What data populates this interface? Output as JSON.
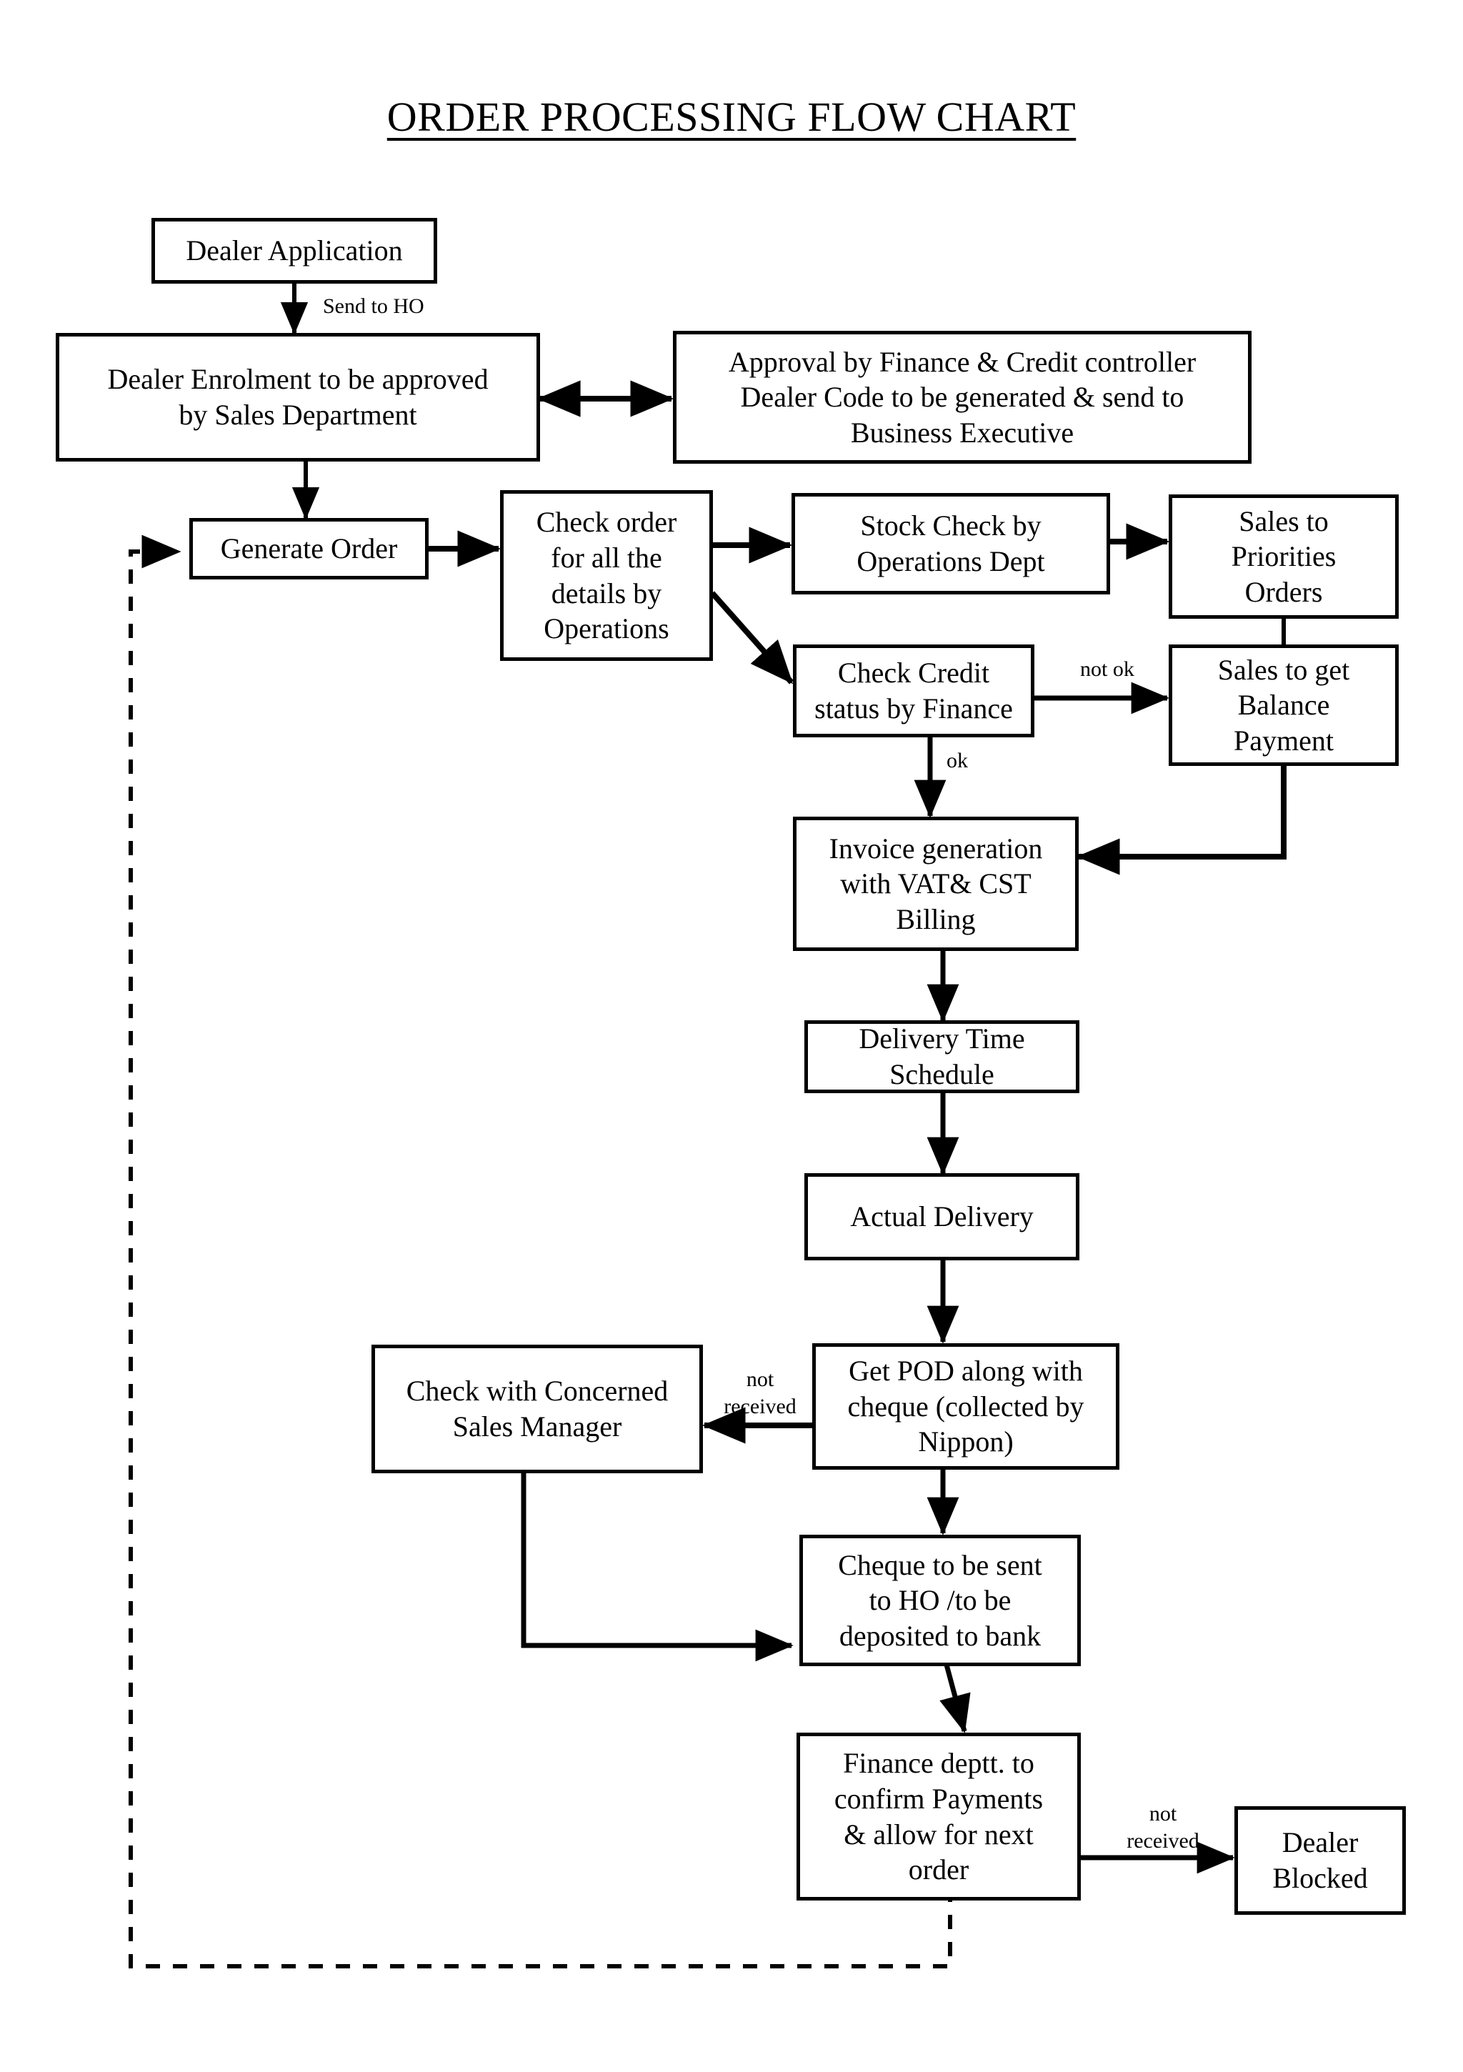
{
  "title": "ORDER PROCESSING FLOW CHART",
  "chart_data": {
    "type": "diagram",
    "diagram_kind": "flowchart",
    "title": "ORDER PROCESSING FLOW CHART",
    "orientation": "top-to-bottom",
    "nodes": [
      {
        "id": "dealer-application",
        "label": "Dealer Application"
      },
      {
        "id": "dealer-enrolment",
        "label": "Dealer Enrolment to be approved\nby Sales Department"
      },
      {
        "id": "approval-finance",
        "label": "Approval by Finance & Credit controller\nDealer Code to be generated & send to\nBusiness Executive"
      },
      {
        "id": "generate-order",
        "label": "Generate Order"
      },
      {
        "id": "check-order",
        "label": "Check order\nfor all the\ndetails by\nOperations"
      },
      {
        "id": "stock-check",
        "label": "Stock Check by\nOperations Dept"
      },
      {
        "id": "sales-priorities",
        "label": "Sales to\nPriorities\nOrders"
      },
      {
        "id": "check-credit",
        "label": "Check Credit\nstatus by Finance"
      },
      {
        "id": "sales-balance",
        "label": "Sales to get\nBalance\nPayment"
      },
      {
        "id": "invoice-generation",
        "label": "Invoice generation\nwith VAT& CST\nBilling"
      },
      {
        "id": "delivery-schedule",
        "label": "Delivery Time\nSchedule"
      },
      {
        "id": "actual-delivery",
        "label": "Actual Delivery"
      },
      {
        "id": "get-pod",
        "label": "Get POD along with\ncheque (collected by\nNippon)"
      },
      {
        "id": "check-sales-manager",
        "label": "Check with Concerned\nSales Manager"
      },
      {
        "id": "cheque-sent",
        "label": "Cheque to be sent\nto HO /to be\ndeposited to bank"
      },
      {
        "id": "finance-confirm",
        "label": "Finance deptt. to\nconfirm Payments\n& allow for next\norder"
      },
      {
        "id": "dealer-blocked",
        "label": "Dealer\nBlocked"
      }
    ],
    "edges": [
      {
        "from": "dealer-application",
        "to": "dealer-enrolment",
        "label": "Send  to HO",
        "style": "solid",
        "arrow": "single"
      },
      {
        "from": "dealer-enrolment",
        "to": "approval-finance",
        "label": "",
        "style": "solid",
        "arrow": "double"
      },
      {
        "from": "dealer-enrolment",
        "to": "generate-order",
        "label": "",
        "style": "solid",
        "arrow": "single"
      },
      {
        "from": "generate-order",
        "to": "check-order",
        "label": "",
        "style": "solid",
        "arrow": "single"
      },
      {
        "from": "check-order",
        "to": "stock-check",
        "label": "",
        "style": "solid",
        "arrow": "single"
      },
      {
        "from": "check-order",
        "to": "check-credit",
        "label": "",
        "style": "solid",
        "arrow": "single"
      },
      {
        "from": "stock-check",
        "to": "sales-priorities",
        "label": "",
        "style": "solid",
        "arrow": "single"
      },
      {
        "from": "sales-priorities",
        "to": "sales-balance",
        "label": "",
        "style": "solid",
        "arrow": "none"
      },
      {
        "from": "check-credit",
        "to": "sales-balance",
        "label": "not ok",
        "style": "solid",
        "arrow": "single"
      },
      {
        "from": "check-credit",
        "to": "invoice-generation",
        "label": "ok",
        "style": "solid",
        "arrow": "single"
      },
      {
        "from": "sales-balance",
        "to": "invoice-generation",
        "label": "",
        "style": "solid",
        "arrow": "single"
      },
      {
        "from": "invoice-generation",
        "to": "delivery-schedule",
        "label": "",
        "style": "solid",
        "arrow": "single"
      },
      {
        "from": "delivery-schedule",
        "to": "actual-delivery",
        "label": "",
        "style": "solid",
        "arrow": "single"
      },
      {
        "from": "actual-delivery",
        "to": "get-pod",
        "label": "",
        "style": "solid",
        "arrow": "single"
      },
      {
        "from": "get-pod",
        "to": "check-sales-manager",
        "label": "not\nreceived",
        "style": "solid",
        "arrow": "single"
      },
      {
        "from": "get-pod",
        "to": "cheque-sent",
        "label": "",
        "style": "solid",
        "arrow": "single"
      },
      {
        "from": "check-sales-manager",
        "to": "cheque-sent",
        "label": "",
        "style": "solid",
        "arrow": "single"
      },
      {
        "from": "cheque-sent",
        "to": "finance-confirm",
        "label": "",
        "style": "solid",
        "arrow": "single"
      },
      {
        "from": "finance-confirm",
        "to": "dealer-blocked",
        "label": "not\nreceived",
        "style": "solid",
        "arrow": "single"
      },
      {
        "from": "finance-confirm",
        "to": "generate-order",
        "label": "",
        "style": "dashed",
        "arrow": "single"
      }
    ],
    "edge_labels": [
      "Send  to HO",
      "not ok",
      "ok",
      "not\nreceived",
      "not\nreceived"
    ],
    "colors": {
      "background": "#ffffff",
      "box_border": "#000000",
      "box_fill": "#ffffff",
      "text": "#000000",
      "connector": "#000000"
    }
  },
  "nodes": {
    "dealer_application": "Dealer Application",
    "dealer_enrolment": "Dealer Enrolment to be approved\nby Sales Department",
    "approval_finance": "Approval by Finance & Credit controller\nDealer Code to be generated & send to\nBusiness Executive",
    "generate_order": "Generate Order",
    "check_order": "Check order\nfor all the\ndetails by\nOperations",
    "stock_check": "Stock Check by\nOperations Dept",
    "sales_priorities": "Sales to\nPriorities\nOrders",
    "check_credit": "Check Credit\nstatus by Finance",
    "sales_balance": "Sales to get\nBalance\nPayment",
    "invoice_generation": "Invoice generation\nwith VAT& CST\nBilling",
    "delivery_schedule": "Delivery Time\nSchedule",
    "actual_delivery": "Actual Delivery",
    "get_pod": "Get POD along with\ncheque (collected by\nNippon)",
    "check_sales_manager": "Check with Concerned\nSales Manager",
    "cheque_sent": "Cheque to be sent\nto HO /to be\ndeposited to bank",
    "finance_confirm": "Finance deptt. to\nconfirm Payments\n& allow for next\norder",
    "dealer_blocked": "Dealer\nBlocked"
  },
  "labels": {
    "send_to_ho": "Send  to HO",
    "not_ok": "not ok",
    "ok": "ok",
    "pod_not_received": "not\nreceived",
    "payment_not_received": "not\nreceived"
  }
}
